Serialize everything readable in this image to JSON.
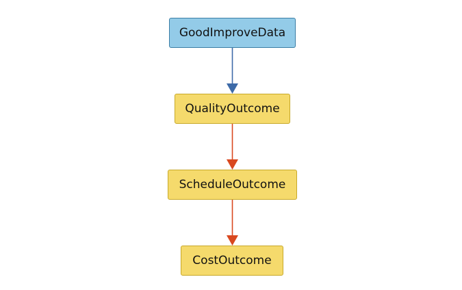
{
  "nodes": [
    {
      "id": "good-improve-data",
      "label": "GoodImproveData",
      "kind": "source"
    },
    {
      "id": "quality-outcome",
      "label": "QualityOutcome",
      "kind": "outcome"
    },
    {
      "id": "schedule-outcome",
      "label": "ScheduleOutcome",
      "kind": "outcome"
    },
    {
      "id": "cost-outcome",
      "label": "CostOutcome",
      "kind": "outcome"
    }
  ],
  "edges": [
    {
      "from": "good-improve-data",
      "to": "quality-outcome",
      "color": "#3d6aa8"
    },
    {
      "from": "quality-outcome",
      "to": "schedule-outcome",
      "color": "#d9481f"
    },
    {
      "from": "schedule-outcome",
      "to": "cost-outcome",
      "color": "#d9481f"
    }
  ],
  "colors": {
    "source_fill": "#93cbe8",
    "source_border": "#3a7da4",
    "outcome_fill": "#f5da6c",
    "outcome_border": "#c7a827"
  }
}
